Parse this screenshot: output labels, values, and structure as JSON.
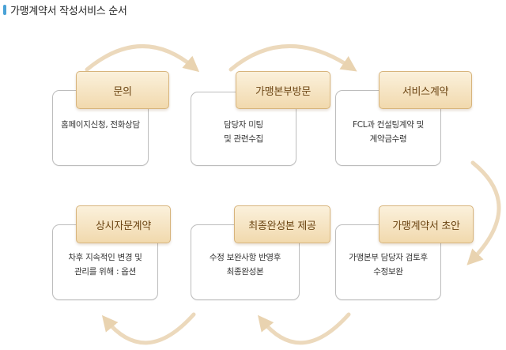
{
  "title": "가맹계약서 작성서비스 순서",
  "steps": [
    {
      "label": "문의",
      "lines": [
        "홈페이지신청, 전화상담"
      ]
    },
    {
      "label": "가맹본부방문",
      "lines": [
        "담당자 미팅",
        "및 관련수집"
      ]
    },
    {
      "label": "서비스계약",
      "lines": [
        "FCL과 컨설팅계약 및",
        "계약금수령"
      ]
    },
    {
      "label": "상시자문계약",
      "lines": [
        "차후 지속적인 변경 및",
        "관리를 위해 : 옵션"
      ]
    },
    {
      "label": "최종완성본 제공",
      "lines": [
        "수정 보완사항 반영후",
        "최종완성본"
      ]
    },
    {
      "label": "가맹계약서 초안",
      "lines": [
        "가맹본부 담당자 검토후",
        "수정보완"
      ]
    }
  ],
  "colors": {
    "tab_text": "#6c4513",
    "tab_fill": "#f1d9ad",
    "arrow": "#ecd9bc",
    "title_mark": "#4aa2d6"
  }
}
